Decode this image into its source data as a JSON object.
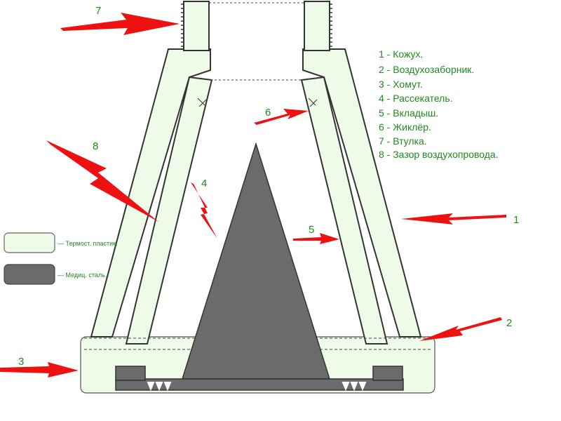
{
  "legend": {
    "items": [
      "1 - Кожух.",
      "2 - Воздухозаборник.",
      "3 - Хомут.",
      "4 - Рассекатель.",
      "5 - Вкладыш.",
      "6 - Жиклёр.",
      "7 - Втулка.",
      "8 - Зазор воздухопровода."
    ]
  },
  "materials": {
    "plastic_label": "— Термост. пластик.",
    "steel_label": "— Медиц. сталь."
  },
  "callouts": {
    "n1": "1",
    "n2": "2",
    "n3": "3",
    "n4": "4",
    "n5": "5",
    "n6": "6",
    "n7": "7",
    "n8": "8"
  },
  "colors": {
    "plastic_fill": "#eefbe8",
    "steel_fill": "#6b6b6b",
    "arrow": "#ee1111",
    "label_green": "#1f8a1f",
    "outline": "#3a3a3a"
  }
}
